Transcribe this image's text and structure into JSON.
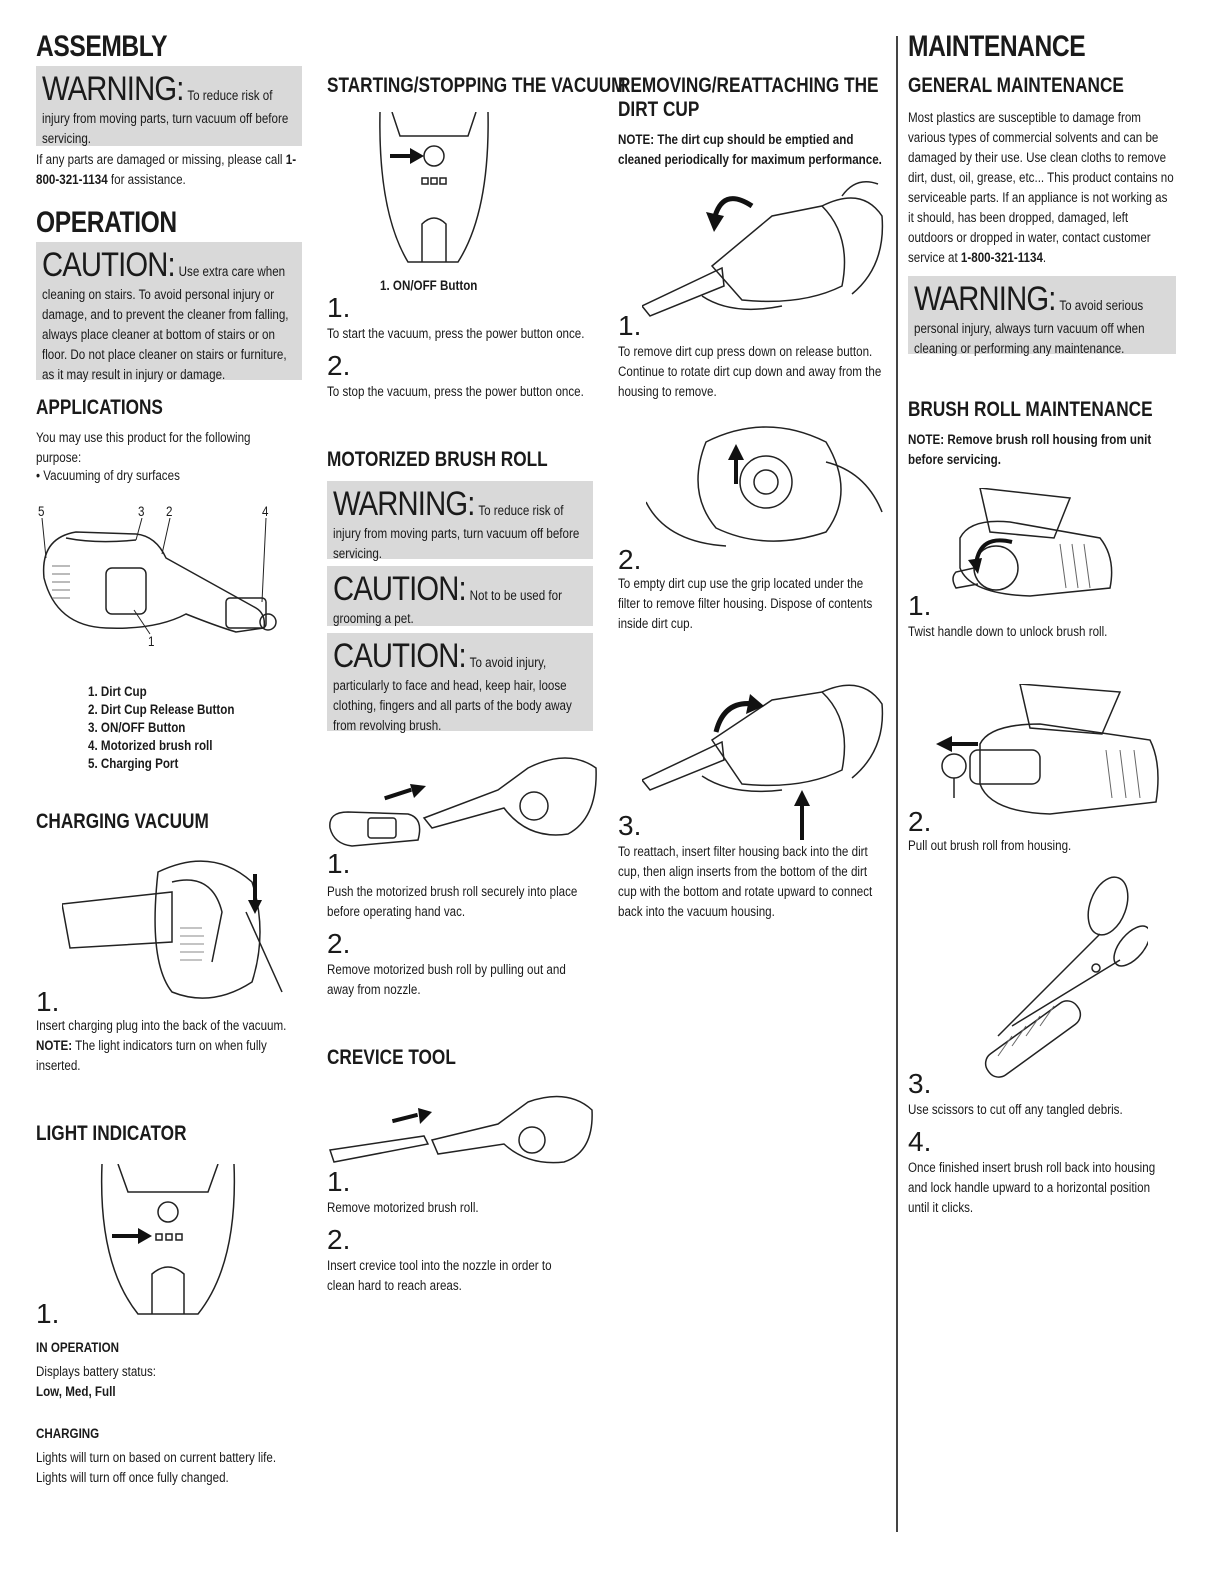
{
  "assembly": {
    "title": "ASSEMBLY",
    "warning_label": "WARNING:",
    "warning_text": "To reduce risk of injury from moving parts, turn vacuum off before servicing.",
    "text_pre": "If any parts are damaged or missing, please call",
    "phone": "1-800-321-1134",
    "text_post": "for assistance."
  },
  "operation": {
    "title": "OPERATION",
    "caution_label": "CAUTION:",
    "caution_text": "Use extra care when cleaning on stairs. To avoid personal injury or damage, and to prevent the cleaner from falling, always place cleaner at bottom of stairs or on floor. Do not place cleaner on stairs or furniture, as it may result in injury or damage."
  },
  "applications": {
    "title": "APPLICATIONS",
    "text": "You may use this product for the following purpose:",
    "bullet": "• Vacuuming of dry surfaces",
    "callouts": [
      "5",
      "3",
      "2",
      "4",
      "1"
    ],
    "parts": [
      "1.  Dirt Cup",
      "2.  Dirt Cup Release Button",
      "3.  ON/OFF Button",
      "4.  Motorized brush roll",
      "5.  Charging Port"
    ]
  },
  "charging": {
    "title": "CHARGING VACUUM",
    "step_num": "1.",
    "step_text": "Insert charging plug into the back of the vacuum.",
    "note_label": "NOTE:",
    "note_text": "The light indicators turn on when fully inserted."
  },
  "light": {
    "title": "LIGHT INDICATOR",
    "step_num": "1.",
    "in_op_title": "IN OPERATION",
    "in_op_text": "Displays battery status:",
    "in_op_levels": "Low, Med, Full",
    "charging_title": "CHARGING",
    "charging_text1": "Lights will turn on based on current battery life.",
    "charging_text2": "Lights will turn off once fully changed."
  },
  "startstop": {
    "title": "STARTING/STOPPING THE VACUUM",
    "caption": "1.  ON/OFF Button",
    "step1_num": "1.",
    "step1_text": "To start the vacuum, press the power button once.",
    "step2_num": "2.",
    "step2_text": "To stop the vacuum, press the power button once."
  },
  "brushroll": {
    "title": "MOTORIZED BRUSH ROLL",
    "warning_label": "WARNING:",
    "warning_text": "To reduce risk of injury from moving parts, turn vacuum off before servicing.",
    "caution1_label": "CAUTION:",
    "caution1_text": "Not to be used for grooming a pet.",
    "caution2_label": "CAUTION:",
    "caution2_text": "To avoid injury, particularly to face and head, keep hair, loose clothing, fingers and all parts of the body away from revolving brush.",
    "step1_num": "1.",
    "step1_text": "Push the motorized brush roll securely into place before operating hand vac.",
    "step2_num": "2.",
    "step2_text": "Remove motorized bush roll by pulling out and away from nozzle."
  },
  "crevice": {
    "title": "CREVICE TOOL",
    "step1_num": "1.",
    "step1_text": "Remove motorized brush roll.",
    "step2_num": "2.",
    "step2_text": "Insert crevice tool into the nozzle in order to clean hard to reach areas."
  },
  "dirtcup": {
    "title1": "REMOVING/REATTACHING THE",
    "title2": "DIRT CUP",
    "note_label": "NOTE:",
    "note_text": "The dirt cup should be emptied and cleaned periodically for maximum performance.",
    "step1_num": "1.",
    "step1_text": "To remove dirt cup press down on release button. Continue to rotate dirt cup down and away from the housing to remove.",
    "step2_num": "2.",
    "step2_text": "To empty dirt cup use the grip located under the filter to remove filter housing. Dispose of contents inside dirt cup.",
    "step3_num": "3.",
    "step3_text": "To reattach, insert filter housing back into the dirt cup, then align inserts from the bottom of the dirt cup with the bottom and rotate upward to connect back into the vacuum housing."
  },
  "maintenance": {
    "title": "MAINTENANCE",
    "general_title": "GENERAL MAINTENANCE",
    "general_text": "Most plastics are susceptible to damage from various types of commercial solvents and can be damaged by their use. Use clean cloths to remove dirt, dust, oil, grease, etc... This product contains no serviceable parts. If an appliance is not working as it should, has been dropped, damaged, left outdoors or dropped in water, contact customer service at",
    "phone": "1-800-321-1134",
    "period": ".",
    "warning_label": "WARNING:",
    "warning_text": "To avoid serious personal injury, always turn vacuum off when cleaning or performing any maintenance.",
    "brush_title": "BRUSH ROLL MAINTENANCE",
    "brush_note_label": "NOTE:",
    "brush_note_text": "Remove brush roll housing from unit before servicing.",
    "step1_num": "1.",
    "step1_text": "Twist handle down to unlock brush roll.",
    "step2_num": "2.",
    "step2_text": "Pull out brush roll from housing.",
    "step3_num": "3.",
    "step3_text": "Use scissors to cut off any tangled debris.",
    "step4_num": "4.",
    "step4_text": "Once finished insert brush roll back into housing and lock handle upward to a horizontal position until it clicks."
  }
}
